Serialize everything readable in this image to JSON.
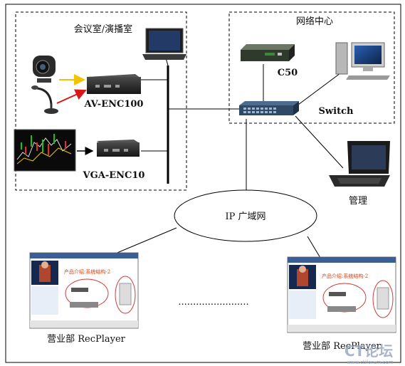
{
  "zones": {
    "meeting_room": "会议室/演播室",
    "network_center": "网络中心"
  },
  "devices": {
    "av_encoder": "AV-ENC100",
    "vga_encoder": "VGA-ENC10",
    "c50": "C50",
    "switch": "Switch",
    "manager": "管理"
  },
  "wan": {
    "label": "IP 广域网"
  },
  "branches": {
    "left": "营业部 RecPlayer",
    "right": "营业部 RecPlayer",
    "separator": "........................"
  },
  "screen": {
    "title": "产品介绍:系统结构-2"
  },
  "watermark": {
    "logo": "CT论坛",
    "url": "www.ctiforum.com"
  },
  "colors": {
    "arrow_yellow": "#f2c400",
    "arrow_red": "#d81818",
    "line": "#000000"
  }
}
